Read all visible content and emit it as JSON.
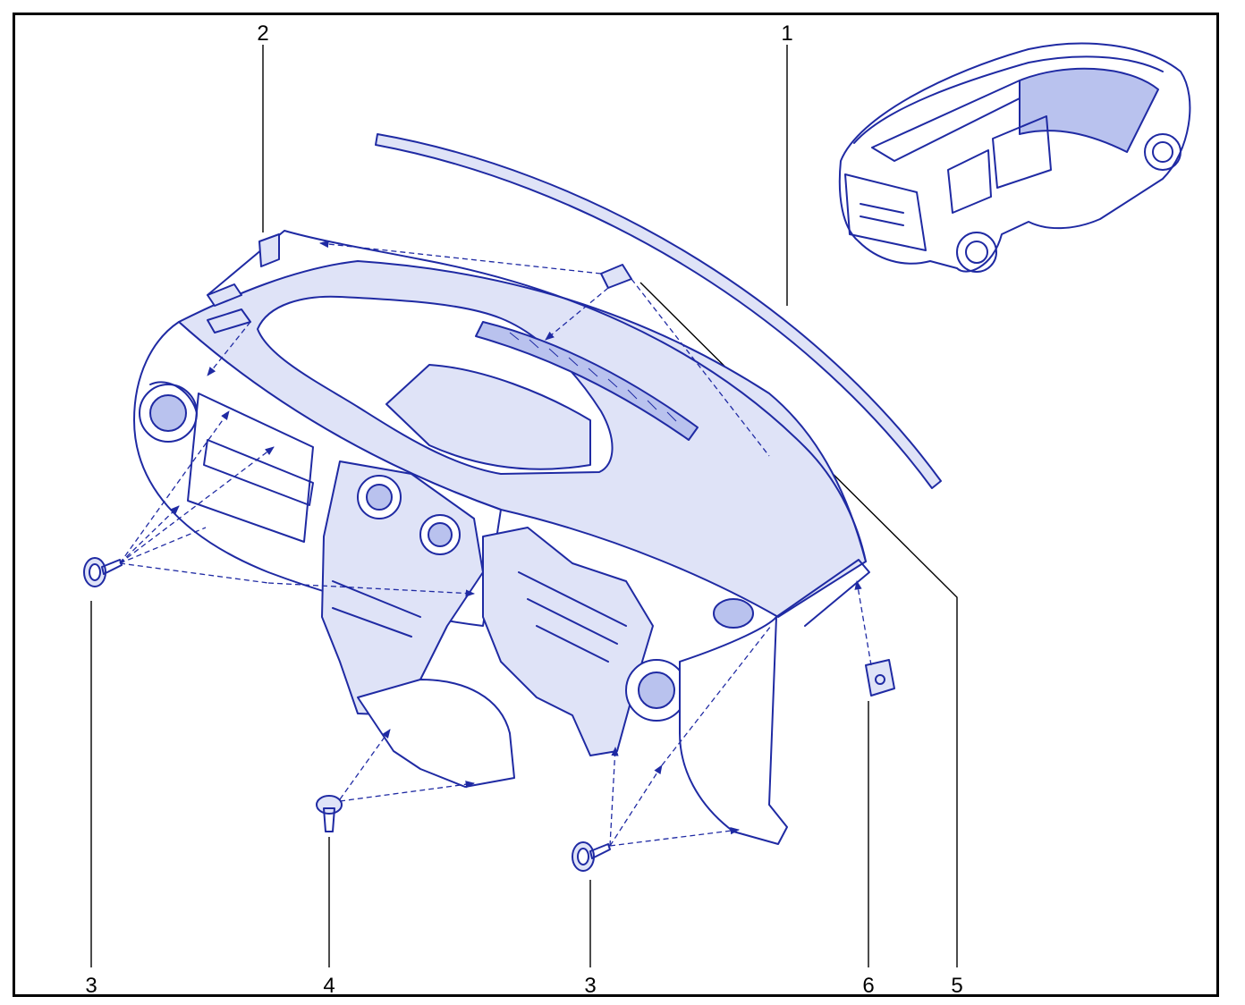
{
  "callouts": [
    {
      "id": "1",
      "label": "1"
    },
    {
      "id": "2",
      "label": "2"
    },
    {
      "id": "3a",
      "label": "3"
    },
    {
      "id": "4",
      "label": "4"
    },
    {
      "id": "3b",
      "label": "3"
    },
    {
      "id": "6",
      "label": "6"
    },
    {
      "id": "5",
      "label": "5"
    }
  ],
  "colors": {
    "line_art": "#1f2aa3",
    "shade_light": "#dfe3f7",
    "shade_mid": "#b9c2ee",
    "frame": "#000000"
  }
}
